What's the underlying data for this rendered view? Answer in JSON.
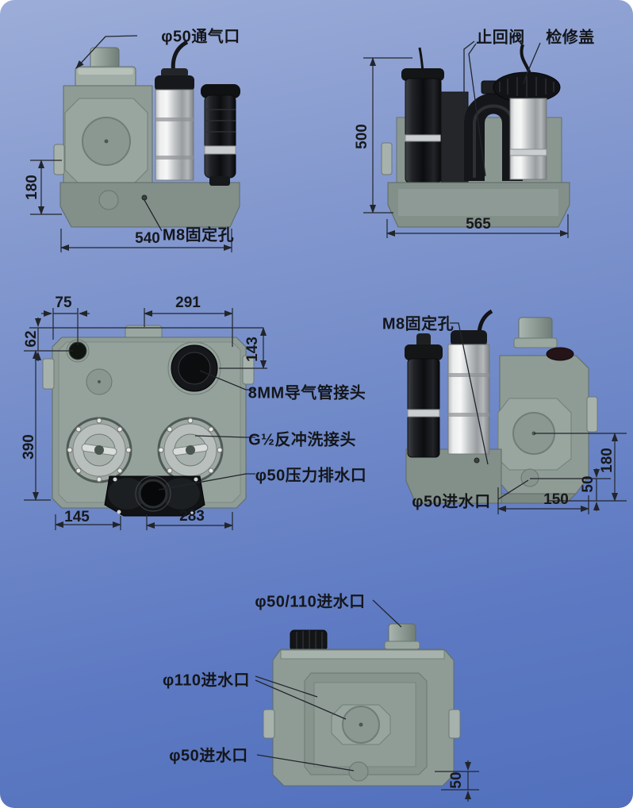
{
  "page": {
    "background_top": "#9cadd8",
    "background_bottom": "#5170bd",
    "annotation_color": "#17191d",
    "tank_color": "#8f9c96",
    "pump_black": "#141517",
    "pump_chrome": "#c2c5c7"
  },
  "views": {
    "front": {
      "labels": {
        "vent_port": "φ50通气口",
        "m8_hole": "M8固定孔"
      },
      "dimensions": {
        "height": "180",
        "width": "540"
      }
    },
    "side": {
      "labels": {
        "check_valve": "止回阀",
        "inspection_cover": "检修盖"
      },
      "dimensions": {
        "height": "500",
        "width": "565"
      }
    },
    "top": {
      "labels": {
        "air_tube_connector": "8MM导气管接头",
        "backwash_connector": "G½反冲洗接头",
        "pressure_outlet": "φ50压力排水口"
      },
      "dimensions": {
        "edge_to_vent": "75",
        "top_width": "291",
        "top_offset": "62",
        "port_offset": "143",
        "depth": "390",
        "bottom_left": "145",
        "bottom_right": "283"
      }
    },
    "right": {
      "labels": {
        "m8_hole": "M8固定孔",
        "inlet": "φ50进水口"
      },
      "dimensions": {
        "inlet_height": "180",
        "low_inlet_height": "50",
        "inlet_offset": "150"
      }
    },
    "rear": {
      "labels": {
        "combo_inlet": "φ50/110进水口",
        "large_inlet": "φ110进水口",
        "small_inlet": "φ50进水口"
      },
      "dimensions": {
        "bottom_inlet_height": "50"
      }
    }
  }
}
